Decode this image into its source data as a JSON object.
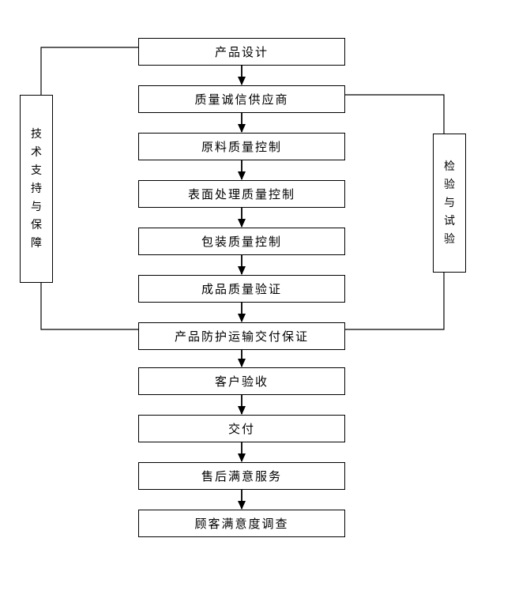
{
  "diagram": {
    "type": "flowchart",
    "flow_boxes": [
      {
        "label": "产品设计"
      },
      {
        "label": "质量诚信供应商"
      },
      {
        "label": "原料质量控制"
      },
      {
        "label": "表面处理质量控制"
      },
      {
        "label": "包装质量控制"
      },
      {
        "label": "成品质量验证"
      },
      {
        "label": "产品防护运输交付保证"
      },
      {
        "label": "客户验收"
      },
      {
        "label": "交付"
      },
      {
        "label": "售后满意服务"
      },
      {
        "label": "顾客满意度调查"
      }
    ],
    "side_boxes": {
      "left": {
        "label": "技术支持与保障"
      },
      "right": {
        "label": "检验与试验"
      }
    },
    "connections": [
      {
        "from": "产品设计",
        "to": "质量诚信供应商",
        "style": "arrow"
      },
      {
        "from": "质量诚信供应商",
        "to": "原料质量控制",
        "style": "arrow"
      },
      {
        "from": "原料质量控制",
        "to": "表面处理质量控制",
        "style": "arrow"
      },
      {
        "from": "表面处理质量控制",
        "to": "包装质量控制",
        "style": "arrow"
      },
      {
        "from": "包装质量控制",
        "to": "成品质量验证",
        "style": "arrow"
      },
      {
        "from": "成品质量验证",
        "to": "产品防护运输交付保证",
        "style": "arrow"
      },
      {
        "from": "产品防护运输交付保证",
        "to": "客户验收",
        "style": "arrow"
      },
      {
        "from": "客户验收",
        "to": "交付",
        "style": "arrow"
      },
      {
        "from": "交付",
        "to": "售后满意服务",
        "style": "arrow"
      },
      {
        "from": "售后满意服务",
        "to": "顾客满意度调查",
        "style": "arrow"
      },
      {
        "from": "产品设计",
        "to": "技术支持与保障",
        "style": "line"
      },
      {
        "from": "技术支持与保障",
        "to": "产品防护运输交付保证",
        "style": "line"
      },
      {
        "from": "质量诚信供应商",
        "to": "检验与试验",
        "style": "line"
      },
      {
        "from": "检验与试验",
        "to": "产品防护运输交付保证",
        "style": "line"
      }
    ],
    "colors": {
      "line": "#000000",
      "text": "#000000",
      "box_fill": "#ffffff",
      "background": "#ffffff"
    }
  }
}
